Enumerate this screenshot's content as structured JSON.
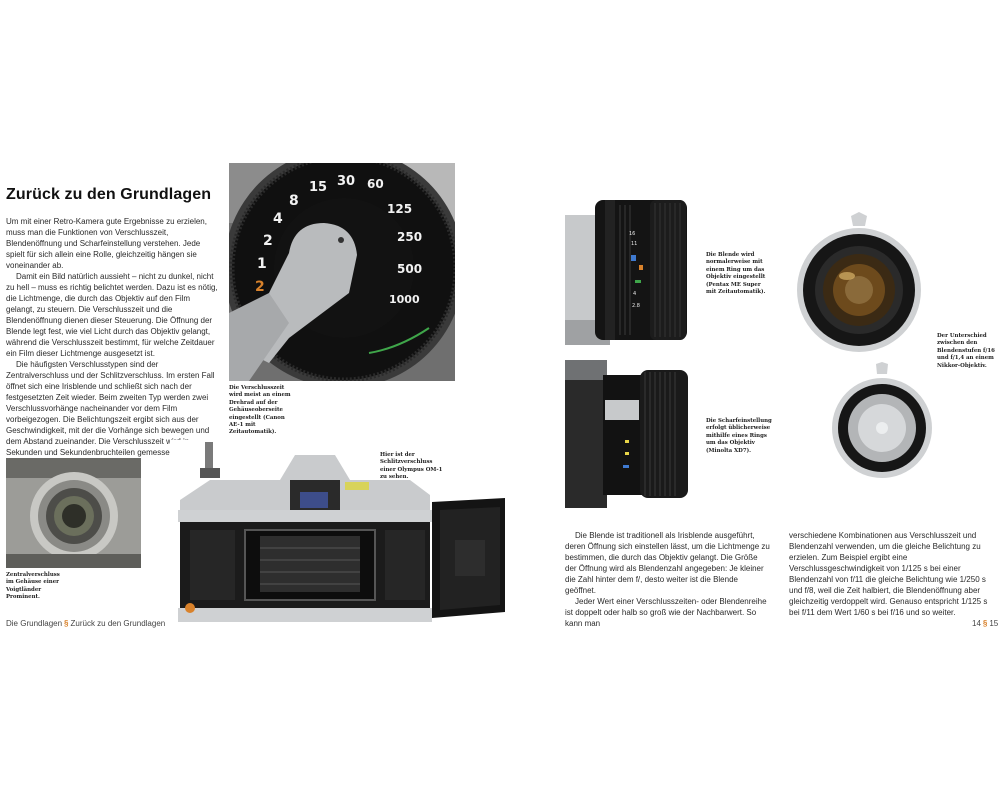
{
  "left_page": {
    "heading": "Zurück zu den Grundlagen",
    "paragraphs": [
      "Um mit einer Retro-Kamera gute Ergebnisse zu erzielen, muss man die Funktionen von Verschlusszeit, Blendenöffnung und Scharfeinstellung verstehen. Jede spielt für sich allein eine Rolle, gleichzeitig hängen sie voneinander ab.",
      "Damit ein Bild natürlich aussieht – nicht zu dunkel, nicht zu hell – muss es richtig belichtet werden. Dazu ist es nötig, die Lichtmenge, die durch das Objektiv auf den Film gelangt, zu steuern. Die Verschlusszeit und die Blendenöffnung dienen dieser Steuerung. Die Öffnung der Blende legt fest, wie viel Licht durch das Objektiv gelangt, während die Verschlusszeit bestimmt, für welche Zeitdauer ein Film dieser Lichtmenge ausgesetzt ist.",
      "Die häufigsten Verschlusstypen sind der Zentralverschluss und der Schlitzverschluss. Im ersten Fall öffnet sich eine Irisblende und schließt sich nach der festgesetzten Zeit wieder. Beim zweiten Typ werden zwei Verschlussvorhänge nacheinander vor dem Film vorbeigezogen. Die Belichtungszeit ergibt sich aus der Geschwindigkeit, mit der die Vorhänge sich bewegen und dem Abstand zueinander. Die Verschlusszeit wird in Sekunden und Sekundenbruchteilen gemessen."
    ],
    "captions": {
      "shutter_dial": "Die Verschlusszeit wird meist an einem Drehrad auf der Gehäuseoberseite eingestellt (Canon AE-1 mit Zeitautomatik).",
      "leaf_shutter": "Zentralverschluss im Gehäuse einer Voigtländer Prominent.",
      "focal_plane": "Hier ist der Schlitzverschluss einer Olympus OM-1 zu sehen."
    },
    "dial_numbers": [
      "1",
      "2",
      "4",
      "8",
      "15",
      "30",
      "60",
      "125",
      "250",
      "500",
      "1000"
    ],
    "footer": {
      "section": "Die Grundlagen",
      "separator": "§",
      "title": "Zurück zu den Grundlagen"
    }
  },
  "right_page": {
    "captions": {
      "aperture_ring": "Die Blende wird normalerweise mit einem Ring um das Objektiv eingestellt (Pentax ME Super mit Zeitautomatik).",
      "focus_ring": "Die Scharfeinstellung erfolgt üblicherweise mithilfe eines Rings um das Objektiv (Minolta XD7).",
      "aperture_compare": "Der Unterschied zwischen den Blendenstufen f/16 und f/1,4 an einem Nikkor-Objektiv."
    },
    "column_1": [
      "Die Blende ist traditionell als Irisblende ausgeführt, deren Öffnung sich einstellen lässt, um die Lichtmenge zu bestimmen, die durch das Objektiv gelangt. Die Größe der Öffnung wird als Blendenzahl angegeben: Je kleiner die Zahl hinter dem f/, desto weiter ist die Blende geöffnet.",
      "Jeder Wert einer Verschlusszeiten- oder Blendenreihe ist doppelt oder halb so groß wie der Nachbarwert. So kann man"
    ],
    "column_2": [
      "verschiedene Kombinationen aus Verschlusszeit und Blendenzahl verwenden, um die gleiche Belichtung zu erzielen. Zum Beispiel ergibt eine Verschlussgeschwindigkeit von 1/125 s bei einer Blendenzahl von f/11 die gleiche Belichtung wie 1/250 s und f/8, weil die Zeit halbiert, die Blendenöffnung aber gleichzeitig verdoppelt wird. Genauso entspricht 1/125 s bei f/11 dem Wert 1/60 s bei f/16 und so weiter."
    ],
    "footer": {
      "page_left": "14",
      "separator": "§",
      "page_right": "15"
    }
  },
  "colors": {
    "accent": "#d9822b",
    "text": "#2a2a2a",
    "background": "#ffffff"
  }
}
